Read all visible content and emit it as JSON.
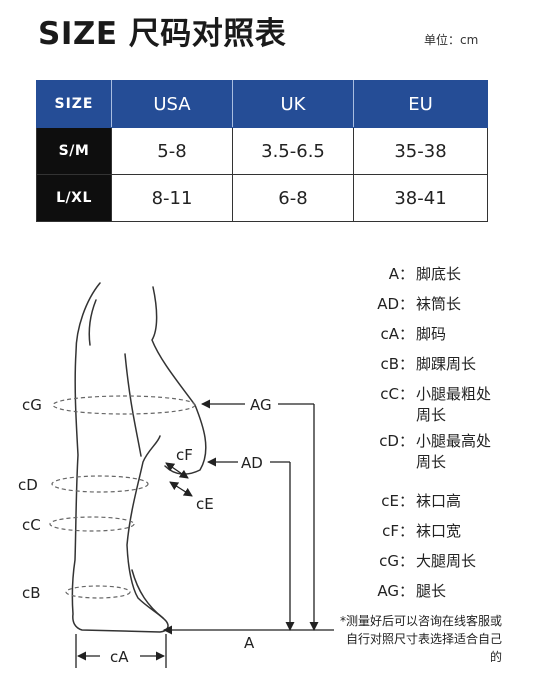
{
  "header": {
    "title": "SIZE 尺码对照表",
    "unit": "单位：cm"
  },
  "table": {
    "headers": [
      "SIZE",
      "USA",
      "UK",
      "EU"
    ],
    "rows": [
      [
        "S/M",
        "5-8",
        "3.5-6.5",
        "35-38"
      ],
      [
        "L/XL",
        "8-11",
        "6-8",
        "38-41"
      ]
    ]
  },
  "diagram_labels": {
    "cG": "cG",
    "cD": "cD",
    "cC": "cC",
    "cB": "cB",
    "cF": "cF",
    "cE": "cE",
    "AG": "AG",
    "AD": "AD",
    "A": "A",
    "cA": "cA"
  },
  "legend": [
    {
      "key": "A：",
      "value": "脚底长"
    },
    {
      "key": "AD：",
      "value": "袜筒长"
    },
    {
      "key": "cA：",
      "value": "脚码"
    },
    {
      "key": "cB：",
      "value": "脚踝周长"
    },
    {
      "key": "cC：",
      "value": "小腿最粗处周长"
    },
    {
      "key": "cD：",
      "value": "小腿最高处周长"
    },
    {
      "key": "cE：",
      "value": "袜口高"
    },
    {
      "key": "cF：",
      "value": "袜口宽"
    },
    {
      "key": "cG：",
      "value": "大腿周长"
    },
    {
      "key": "AG：",
      "value": "腿长"
    }
  ],
  "note": "*测量好后可以咨询在线客服或自行对照尺寸表选择适合自己的",
  "colors": {
    "header_blue": "#254d96",
    "label_black": "#0e0e0e"
  }
}
